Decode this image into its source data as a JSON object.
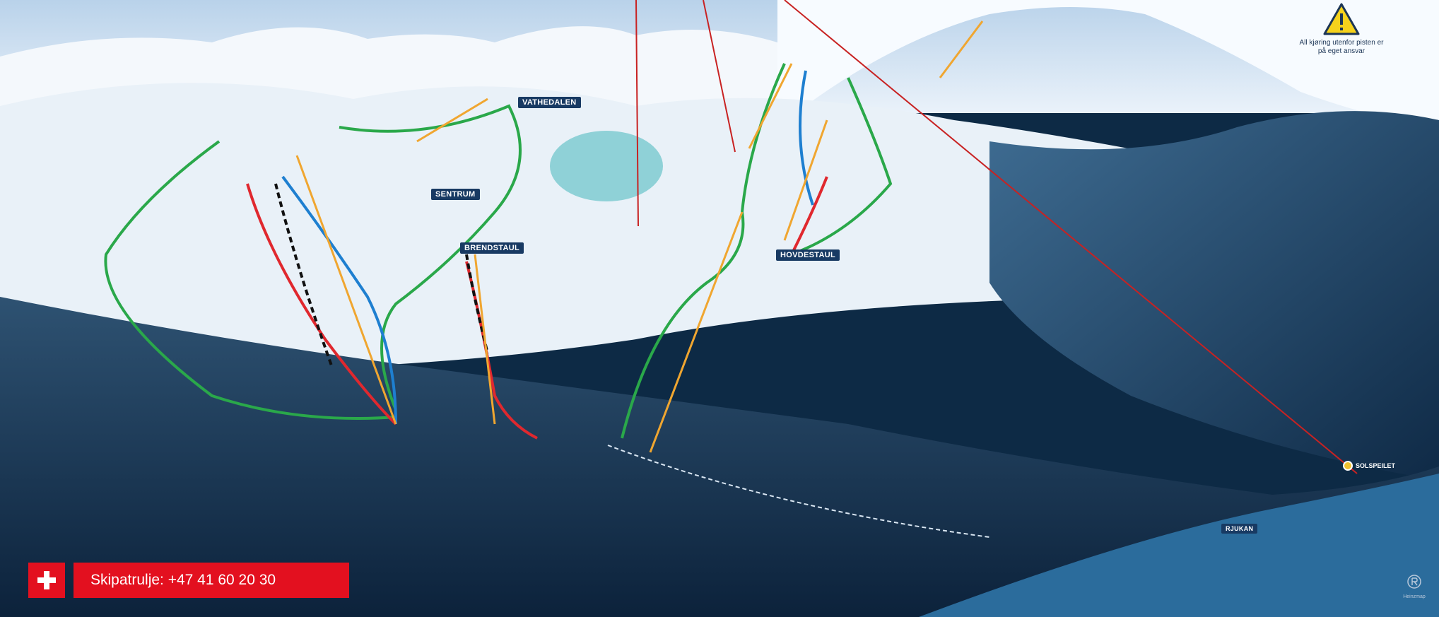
{
  "map": {
    "areas": [
      {
        "name": "VATHEDALEN"
      },
      {
        "name": "SENTRUM"
      },
      {
        "name": "BRENDSTAUL"
      },
      {
        "name": "HOVDESTAUL"
      },
      {
        "name": "RJUKAN"
      }
    ],
    "warning": {
      "text": "All kjøring utenfor pisten er på eget ansvar"
    },
    "ski_patrol": {
      "text": "Skipatrulje: +47 41 60 20 30"
    },
    "solsprilet": {
      "label": "SOLSPEILET"
    },
    "brand": {
      "text": "Heinzmap"
    },
    "colors": {
      "sky": "#dce9f5",
      "snow": "#ffffff",
      "forest_dark": "#102a47",
      "lift_line": "#c82222",
      "green_slope": "#2aa84a",
      "blue_slope": "#1e7fd0",
      "red_slope": "#e0282e",
      "black_slope": "#111111",
      "lift": "#f0a630",
      "patrol_red": "#e3101f"
    }
  }
}
